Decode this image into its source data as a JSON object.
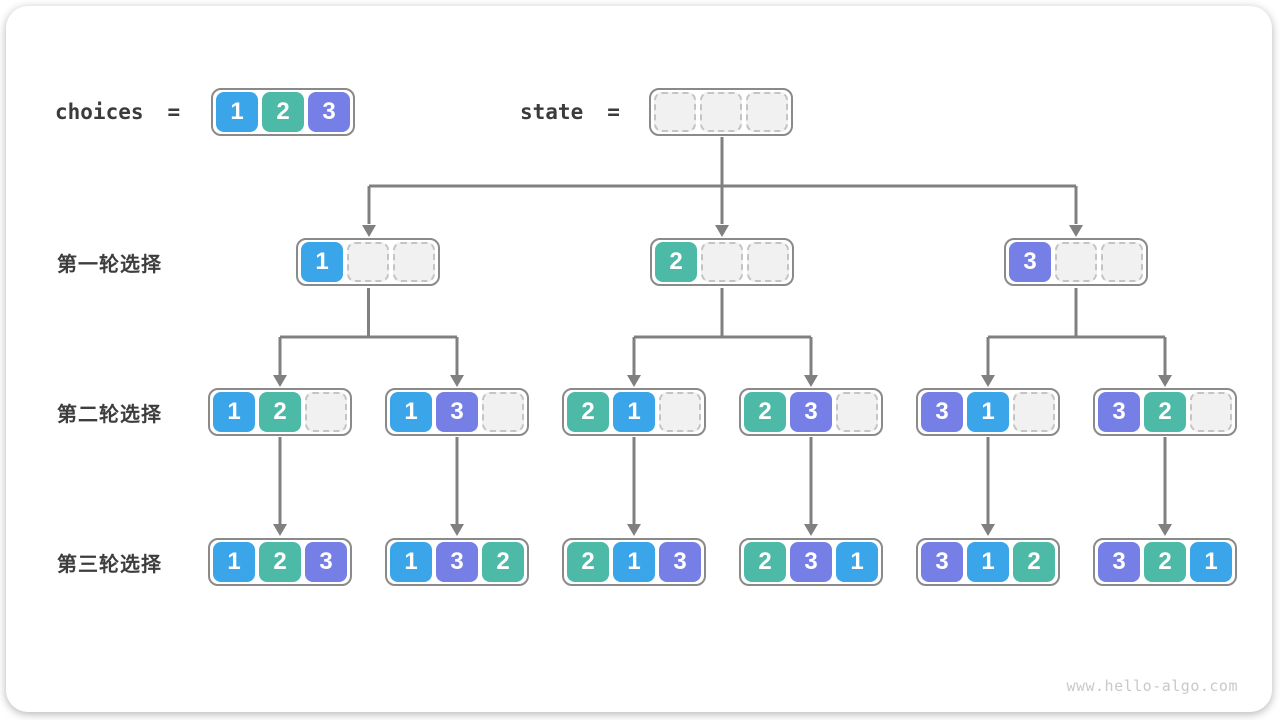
{
  "header": {
    "choices_label": "choices",
    "choices_eq": "=",
    "choices_cells": [
      "1",
      "2",
      "3"
    ],
    "state_label": "state",
    "state_eq": "=",
    "state_cells": [
      "",
      "",
      ""
    ]
  },
  "round_labels": [
    "第一轮选择",
    "第二轮选择",
    "第三轮选择"
  ],
  "tree": {
    "round1": [
      [
        "1",
        "",
        ""
      ],
      [
        "2",
        "",
        ""
      ],
      [
        "3",
        "",
        ""
      ]
    ],
    "round2": [
      [
        "1",
        "2",
        ""
      ],
      [
        "1",
        "3",
        ""
      ],
      [
        "2",
        "1",
        ""
      ],
      [
        "2",
        "3",
        ""
      ],
      [
        "3",
        "1",
        ""
      ],
      [
        "3",
        "2",
        ""
      ]
    ],
    "round3": [
      [
        "1",
        "2",
        "3"
      ],
      [
        "1",
        "3",
        "2"
      ],
      [
        "2",
        "1",
        "3"
      ],
      [
        "2",
        "3",
        "1"
      ],
      [
        "3",
        "1",
        "2"
      ],
      [
        "3",
        "2",
        "1"
      ]
    ]
  },
  "colors": {
    "value_1": "#3BA5E9",
    "value_2": "#4DBAA7",
    "value_3": "#767FE5",
    "empty_cell": "#F1F1F2",
    "connector": "#808080"
  },
  "watermark": "www.hello-algo.com"
}
